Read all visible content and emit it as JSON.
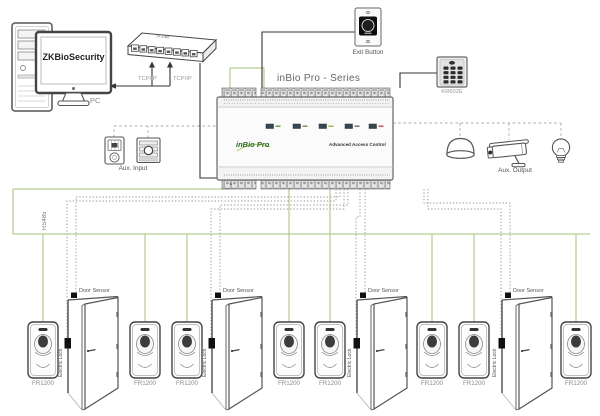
{
  "diagram": {
    "title": "inBio Pro - Series",
    "pc": {
      "software": "ZKBioSecurity",
      "label": "PC"
    },
    "network": {
      "brand": "TP-LINK",
      "tcp_labels": [
        "TCP/IP",
        "TCP/IP"
      ]
    },
    "exit_button_label": "Exit Button",
    "keypad_label": "KR602E",
    "aux_input_label": "Aux. Input",
    "aux_output_label": "Aux. Output",
    "bus_label": "RS485",
    "controller": {
      "logo": "inBio Pro",
      "subtitle": "Advanced Access Control"
    },
    "doors": [
      {
        "sensor_label": "Door Sensor",
        "lock_label": "Electric Lock"
      },
      {
        "sensor_label": "Door Sensor",
        "lock_label": "Electric Lock"
      },
      {
        "sensor_label": "Door Sensor",
        "lock_label": "Electric Lock"
      },
      {
        "sensor_label": "Door Sensor",
        "lock_label": "Electric Lock"
      }
    ],
    "readers": [
      {
        "label": "FR1200"
      },
      {
        "label": "FR1200"
      },
      {
        "label": "FR1200"
      },
      {
        "label": "FR1200"
      },
      {
        "label": "FR1200"
      },
      {
        "label": "FR1200"
      },
      {
        "label": "FR1200"
      },
      {
        "label": "FR1200"
      }
    ],
    "colors": {
      "wire_green": "#a6c178",
      "wire_dotted": "#999999",
      "wire_black": "#333333",
      "logo_green": "#2e6b1f"
    }
  }
}
